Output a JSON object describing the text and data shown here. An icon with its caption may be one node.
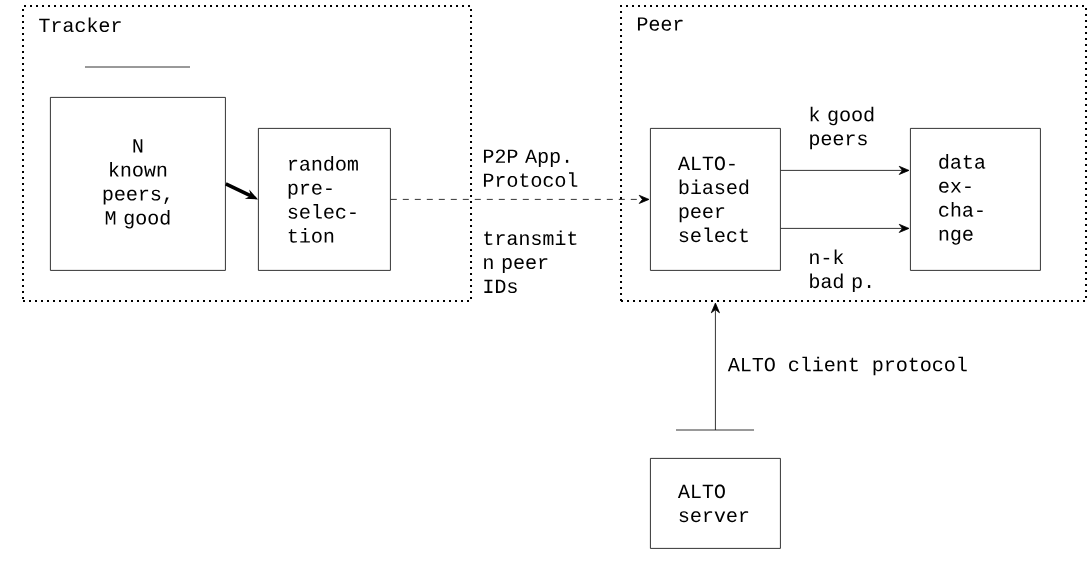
{
  "diagram": {
    "nodes": [
      {
        "text": [
          "Tracker"
        ]
      },
      {
        "text": [
          "N known peers, M good"
        ],
        "in": 0
      },
      {
        "text": [
          "random pre- selec- tion"
        ],
        "in": 0
      },
      {
        "text": [
          "Peer"
        ]
      },
      {
        "text": [
          "ALTO- biased peer select"
        ],
        "in": 3
      },
      {
        "text": [
          "data ex- cha- nge"
        ],
        "in": 3
      },
      {
        "text": [
          "ALTO server"
        ]
      }
    ],
    "edges": [
      {
        "from": 1,
        "to": 2,
        "arrow": "to",
        "style": "thick"
      },
      {
        "from": 2,
        "to": 4,
        "arrow": "to",
        "label": "P2P App. Protocol",
        "style": "dashed"
      },
      {
        "from": 4,
        "to": 5,
        "arrow": "to",
        "label": "k good peers"
      },
      {
        "from": 4,
        "to": 5,
        "arrow": "to",
        "label": "n-k bad p."
      },
      {
        "from": 6,
        "to": 3,
        "arrow": "to",
        "label": "ALTO client protocol"
      }
    ],
    "labels": [
      "transmit n peer IDs"
    ]
  }
}
